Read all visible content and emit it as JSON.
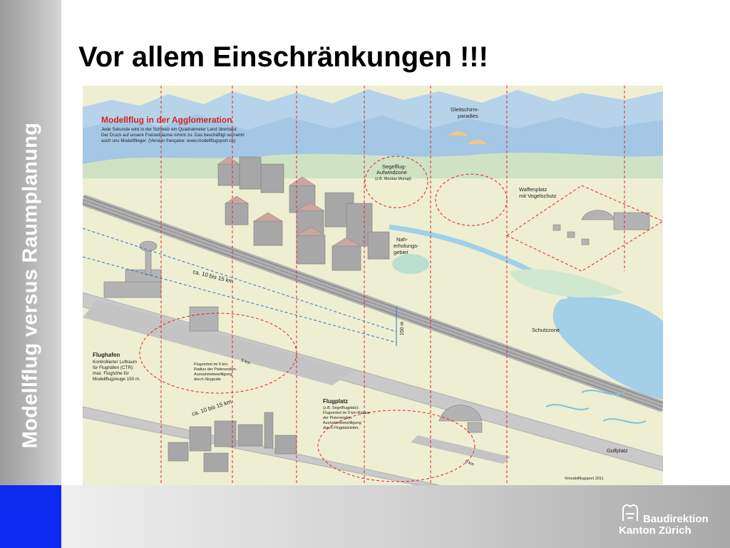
{
  "slide": {
    "title": "Vor allem Einschränkungen !!!",
    "sidebar_text": "Modellflug versus Raumplanung"
  },
  "footer": {
    "logo_line1": "Baudirektion",
    "logo_line2": "Kanton Zürich"
  },
  "diagram": {
    "heading": "Modellflug in der Agglomeration",
    "intro": [
      "Jede Sekunde wird in der Schweiz ein Quadratmeter Land überbaut.",
      "Der Druck auf unsere Freizeiträume nimmt zu. Das beschäftigt vermehrt",
      "auch uns Modellflieger. (Version française: www.modellflugsport.ch)"
    ],
    "labels": {
      "gleitschirm_1": "Gleitschirm-",
      "gleitschirm_2": "paradies",
      "segelflug_1": "Segelflug-",
      "segelflug_2": "Aufwindzone",
      "segelflug_3": "(z.B. Muotas Muragl)",
      "waffenplatz_1": "Waffenplatz",
      "waffenplatz_2": "mit Vogelschutz",
      "nah_1": "Nah-",
      "nah_2": "erholungs-",
      "nah_3": "gebiet",
      "distance_upper": "ca. 10 bis 15 km",
      "distance_lower": "ca. 10 bis 15 km",
      "height": "150 m",
      "schutzzone": "Schutzzone",
      "golfplatz": "Golfplatz",
      "km5_a": "5 km",
      "km5_b": "5 km",
      "copyright": "©modellflugsport 2011"
    },
    "flughafen": {
      "heading": "Flughafen",
      "lines": [
        "Kontrollierter Luftraum",
        "für Flughäfen (CTR):",
        "max. Flughöhe für",
        "Modellflugzeuge 150 m."
      ]
    },
    "flugverbot": {
      "lines": [
        "Flugverbot im 5 km-",
        "Radius der Pistenenden.",
        "Ausnahmebewilligung",
        "durch Skyguide"
      ]
    },
    "flugplatz": {
      "heading": "Flugplatz",
      "lines": [
        "(z.B. Segelflugplatz):",
        "Flugverbot im 5 km-Radius",
        "der Pistenenden.",
        "Ausnahmebewilligung",
        "durch Flugplatzleiter."
      ]
    },
    "colors": {
      "sky": "#cde3f1",
      "mountain": "#a9cbe6",
      "land": "#eeeed2",
      "water": "#9fd0e9",
      "building": "#a7a7a7",
      "roof": "#c9a7a0",
      "red_dashed": "#e0242a",
      "blue_dashed": "#2a78c8"
    }
  }
}
